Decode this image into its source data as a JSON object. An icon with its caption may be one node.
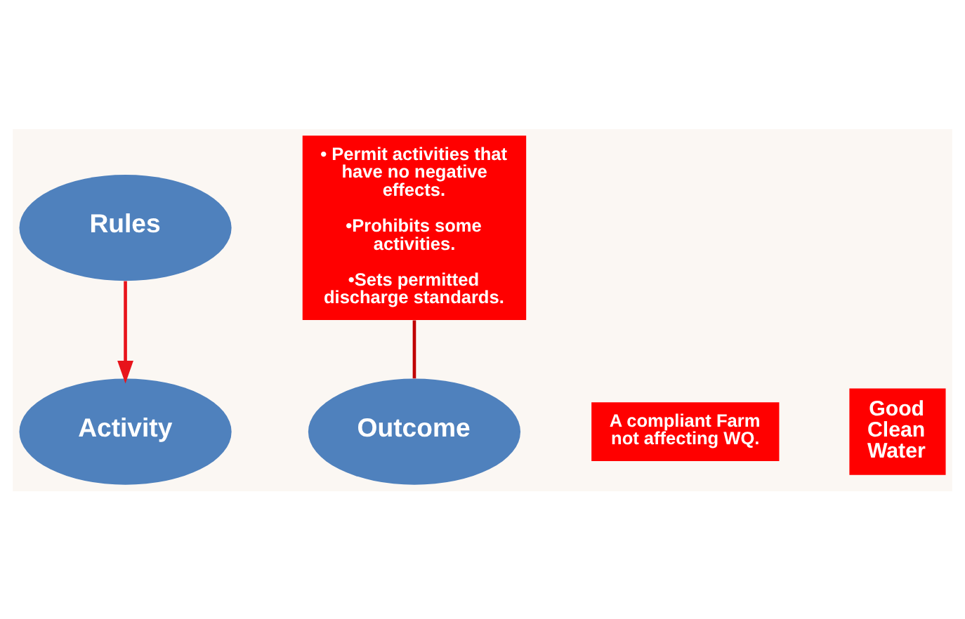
{
  "diagram": {
    "nodes": [
      {
        "text": [
          "Rules"
        ]
      },
      {
        "text": [
          "• Permit activities that have no negative effects.",
          "•Prohibits some activities.",
          "•Sets permitted discharge standards."
        ]
      },
      {
        "text": [
          "Activity"
        ]
      },
      {
        "text": [
          "A compliant Farm not affecting WQ."
        ]
      },
      {
        "text": [
          "Outcome"
        ]
      },
      {
        "text": [
          "Good Clean Water"
        ]
      }
    ],
    "edges": [
      {
        "from": 0,
        "to": 2,
        "arrow": "to",
        "color": "#e8141b"
      },
      {
        "from": 1,
        "to": 4,
        "arrow": "none",
        "color": "#c00000"
      }
    ]
  }
}
